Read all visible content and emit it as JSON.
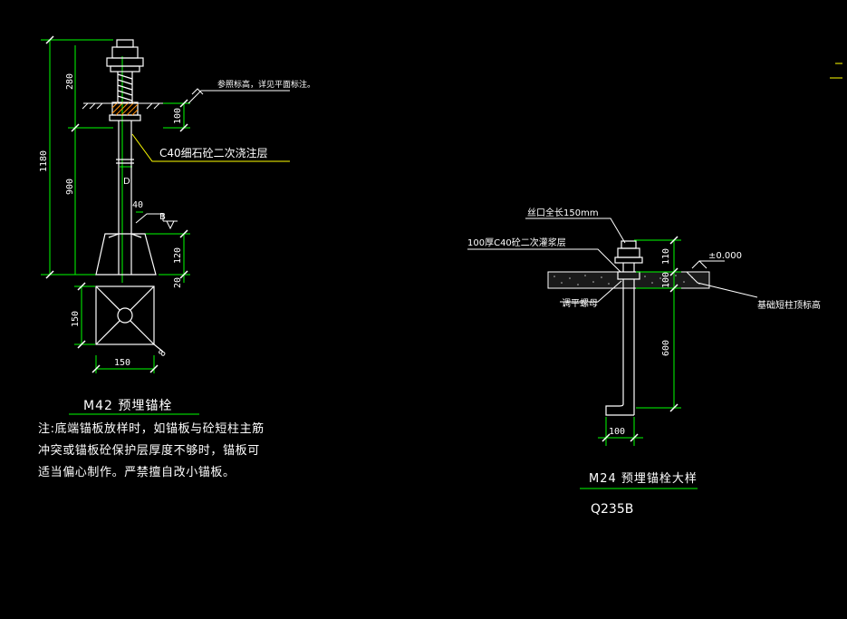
{
  "left_detail": {
    "dimensions": {
      "total": "1180",
      "top": "280",
      "middle": "900",
      "slab": "100",
      "pedestal": "120",
      "plate": "20",
      "bolt_offset": "40",
      "plate_height": "150",
      "plate_width": "150",
      "diagonal": "8"
    },
    "labels": {
      "elevation_note": "参照标高，详见平面标注。",
      "grout_layer": "C40细石砼二次浇注层",
      "diameter": "D",
      "section_mark": "B"
    },
    "title": "M42  预埋锚栓",
    "note": "注:底端锚板放样时，如锚板与砼短柱主筋冲突或锚板砼保护层厚度不够时，锚板可适当偏心制作。严禁擅自改小锚板。"
  },
  "right_detail": {
    "labels": {
      "thread_length": "丝口全长150mm",
      "grout_layer": "100厚C40砼二次灌浆层",
      "leveling_nut": "调平螺母",
      "elevation": "±0.000",
      "column_base": "基础短柱顶标高"
    },
    "dimensions": {
      "top": "110",
      "slab": "100",
      "embed": "600",
      "hook": "100"
    },
    "title": "M24   预埋锚栓大样",
    "material": "Q235B"
  },
  "colors": {
    "background": "#000000",
    "drawing": "#ffffff",
    "dimension": "#00ff00",
    "leader": "#ffff00",
    "accent": "#00ffff",
    "hatch": "#ff8c00"
  }
}
